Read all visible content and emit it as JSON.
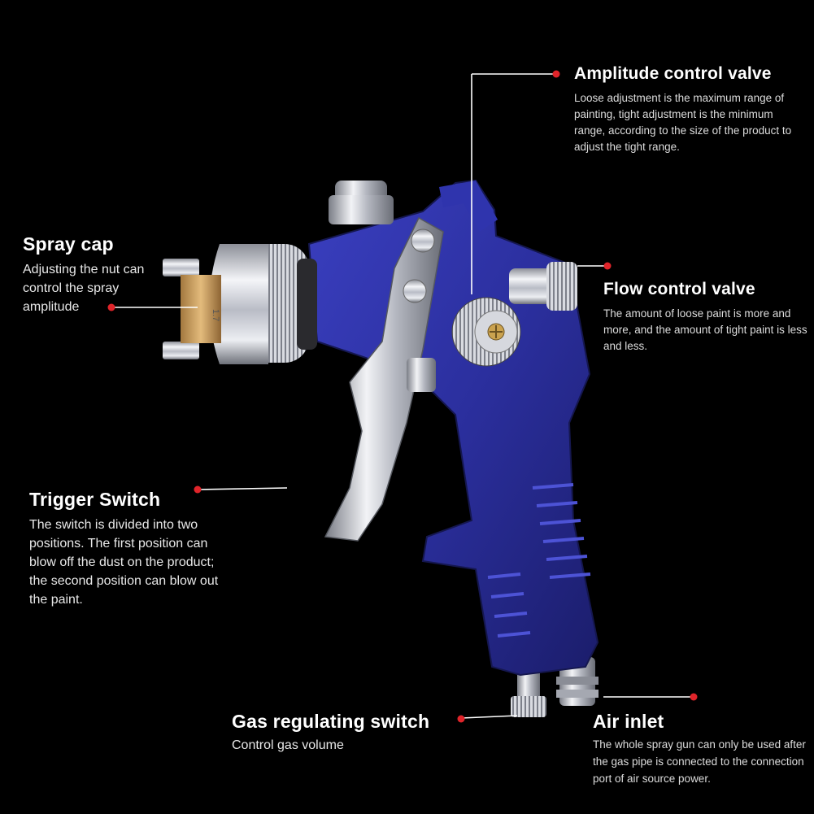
{
  "colors": {
    "background": "#000000",
    "gun_body": "#2b2f9e",
    "chrome": "#c9cbd3",
    "leader_dot": "#e0242a"
  },
  "nozzle_marking": "1.7",
  "callouts": {
    "amplitude_control_valve": {
      "title": "Amplitude control valve",
      "desc": "Loose adjustment is the maximum range of painting, tight adjustment is the minimum range, according to the size of the product to adjust the tight range."
    },
    "spray_cap": {
      "title": "Spray cap",
      "desc": "Adjusting the nut can control the spray amplitude"
    },
    "flow_control_valve": {
      "title": "Flow control valve",
      "desc": "The amount of loose paint is more and more, and the amount of tight paint is less and less."
    },
    "trigger_switch": {
      "title": "Trigger Switch",
      "desc": "The switch is divided into two positions. The first position can blow off the dust on the product; the second position can blow out the paint."
    },
    "gas_regulating_switch": {
      "title": "Gas regulating switch",
      "desc": "Control gas volume"
    },
    "air_inlet": {
      "title": "Air inlet",
      "desc": "The whole spray gun can only be used after the gas pipe is connected to the connection port of air source power."
    }
  }
}
